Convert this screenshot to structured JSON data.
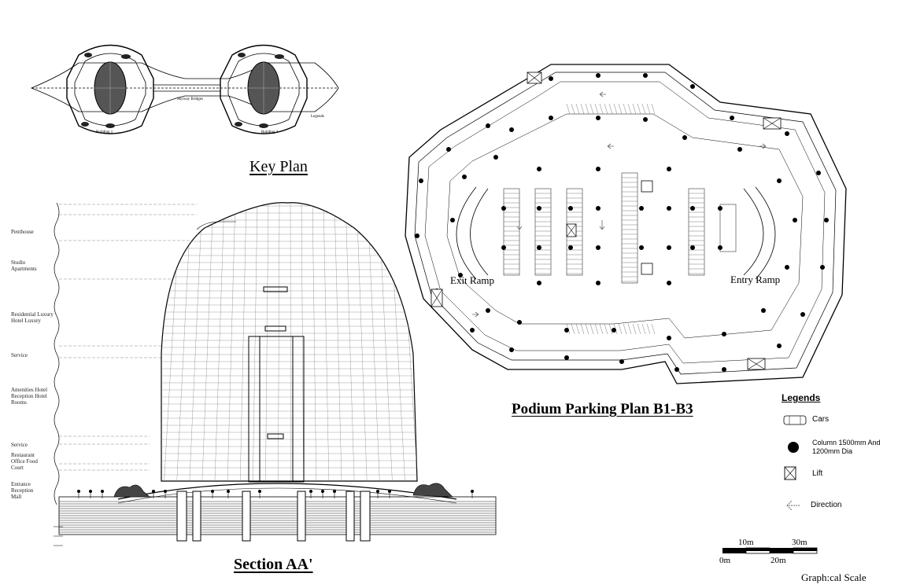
{
  "key_plan": {
    "title": "Key Plan",
    "building_1": "Building 1",
    "building_2": "Building 2",
    "bridge_label": "Skyway Bridges",
    "legend_title": "Legends"
  },
  "section": {
    "title": "Section AA'",
    "floors": [
      {
        "label": "Penthouse"
      },
      {
        "label": "Studio Apartments"
      },
      {
        "label": "Residential Luxury Hotel Luxury"
      },
      {
        "label": "Service"
      },
      {
        "label": "Amenities Hotel Reception Hotel Rooms"
      },
      {
        "label": "Service"
      },
      {
        "label": "Restaurant Office Food Court"
      },
      {
        "label": "Entrance Reception Mall"
      }
    ]
  },
  "parking_plan": {
    "title": "Podium Parking Plan B1-B3",
    "exit_ramp": "Exit Ramp",
    "entry_ramp": "Entry Ramp"
  },
  "legends": {
    "title": "Legends",
    "items": [
      {
        "icon": "car-icon",
        "label": "Cars"
      },
      {
        "icon": "column-icon",
        "label": "Column 1500mm And 1200mm Dia"
      },
      {
        "icon": "lift-icon",
        "label": "Lift"
      },
      {
        "icon": "direction-arrow-icon",
        "label": "Direction"
      }
    ]
  },
  "scale": {
    "top_labels": [
      "10m",
      "30m"
    ],
    "bottom_labels": [
      "0m",
      "20m"
    ],
    "caption": "Graph:cal Scale"
  }
}
